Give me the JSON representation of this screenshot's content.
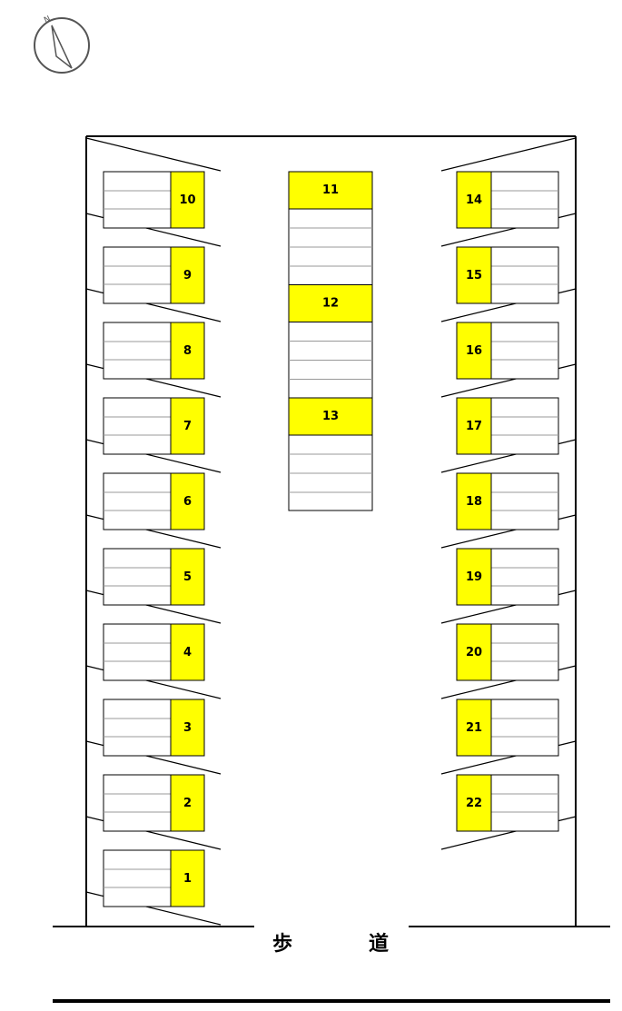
{
  "compass": {
    "north_label": "N"
  },
  "left_spaces": [
    "10",
    "9",
    "8",
    "7",
    "6",
    "5",
    "4",
    "3",
    "2",
    "1"
  ],
  "center_spaces": [
    "11",
    "12",
    "13"
  ],
  "right_spaces": [
    "14",
    "15",
    "16",
    "17",
    "18",
    "19",
    "20",
    "21",
    "22"
  ],
  "sidewalk": {
    "char1": "歩",
    "char2": "道"
  },
  "colors": {
    "highlight": "#ffff00",
    "stroke": "#000000"
  }
}
